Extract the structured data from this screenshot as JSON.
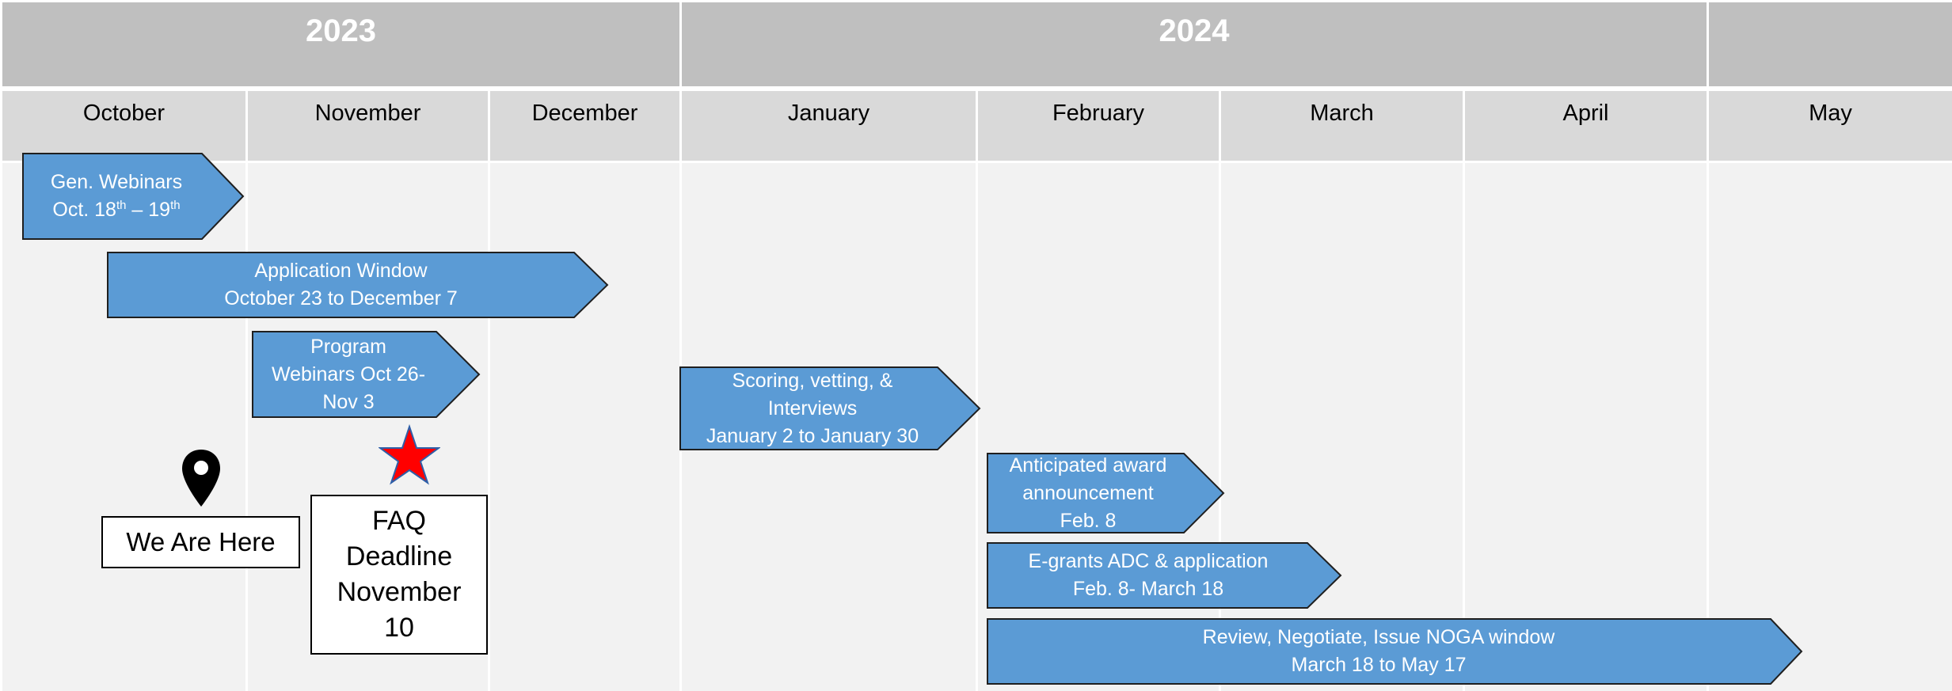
{
  "header": {
    "years": [
      "2023",
      "2024"
    ],
    "months": [
      "October",
      "November",
      "December",
      "January",
      "February",
      "March",
      "April",
      "May"
    ]
  },
  "events": {
    "gen_webinars": {
      "line1": "Gen. Webinars",
      "line2_prefix": "Oct. 18",
      "line2_sup1": "th",
      "line2_mid": " – 19",
      "line2_sup2": "th"
    },
    "application_window": {
      "line1": "Application Window",
      "line2": "October 23 to December 7"
    },
    "program_webinars": {
      "line1": "Program",
      "line2": "Webinars Oct 26-",
      "line3": "Nov 3"
    },
    "scoring": {
      "line1": "Scoring, vetting, &",
      "line2": "Interviews",
      "line3": "January 2 to January 30"
    },
    "award": {
      "line1": "Anticipated award",
      "line2": "announcement",
      "line3": "Feb. 8"
    },
    "egrants": {
      "line1": "E-grants ADC & application",
      "line2": "Feb. 8- March 18"
    },
    "review": {
      "line1": "Review, Negotiate, Issue NOGA window",
      "line2": "March 18 to May 17"
    }
  },
  "markers": {
    "we_are_here": "We Are Here",
    "faq": {
      "line1": "FAQ",
      "line2": "Deadline",
      "line3": "November",
      "line4": "10"
    }
  },
  "icons": [
    "location-pin-icon",
    "star-icon"
  ],
  "colors": {
    "arrow_fill": "#5b9bd5",
    "arrow_stroke": "#1f1f1f",
    "year_header": "#bfbfbf",
    "month_header": "#d9d9d9",
    "column_bg": "#f2f2f2",
    "star": "#ff0000"
  }
}
